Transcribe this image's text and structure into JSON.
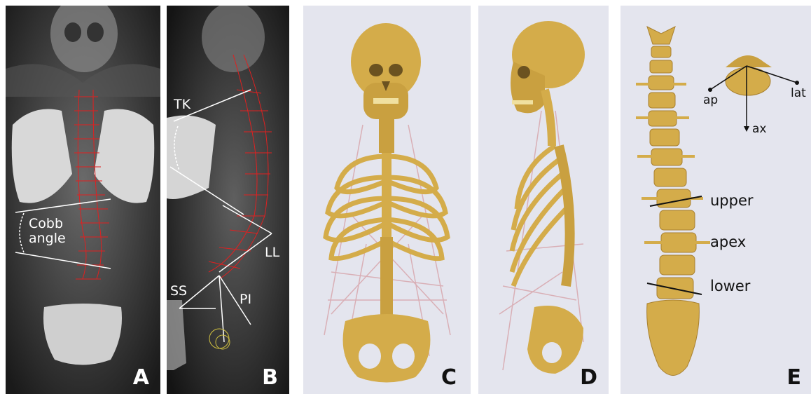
{
  "panels": [
    {
      "letter": "A",
      "labels": {
        "cobb": "Cobb",
        "angle": "angle"
      }
    },
    {
      "letter": "B",
      "labels": {
        "tk": "TK",
        "ll": "LL",
        "ss": "SS",
        "pi": "PI"
      }
    },
    {
      "letter": "C"
    },
    {
      "letter": "D"
    },
    {
      "letter": "E",
      "labels": {
        "upper": "upper",
        "apex": "apex",
        "lower": "lower",
        "ap": "ap",
        "lat": "lat",
        "ax": "ax"
      }
    }
  ],
  "colors": {
    "xray_bg": "#1a1a1a",
    "render_bg": "#e4e5ee",
    "bone": "#d4ac4a",
    "muscle": "#d8aab0",
    "spine_outline": "#e02020",
    "annotation": "#ffffff"
  }
}
